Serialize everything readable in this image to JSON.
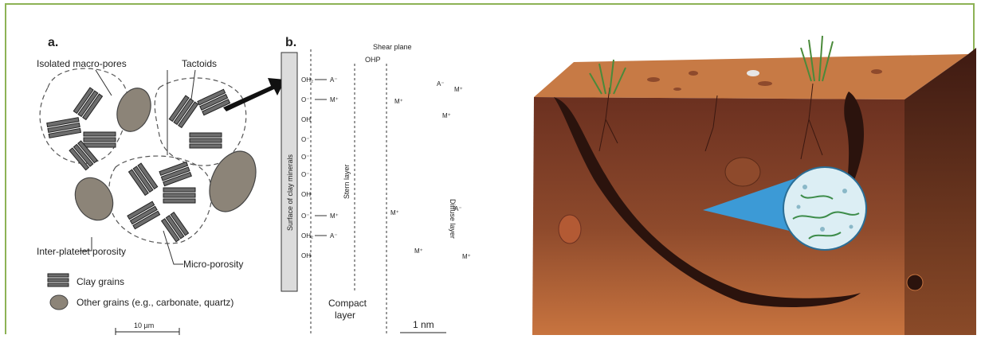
{
  "panel_a": {
    "letter": "a.",
    "isolated_macro_pores": "Isolated macro-pores",
    "tactoids": "Tactoids",
    "inter_platelet": "Inter-platelet porosity",
    "micro_porosity": "Micro-porosity",
    "legend_clay": "Clay grains",
    "legend_other": "Other grains (e.g., carbonate, quartz)",
    "scale": "10 µm"
  },
  "panel_b": {
    "letter": "b.",
    "surface_label": "Surface of clay minerals",
    "shear_plane": "Shear plane",
    "ohp": "OHP",
    "stern_layer": "Stern layer",
    "diffuse_layer": "Diffuse layer",
    "compact_layer_line1": "Compact",
    "compact_layer_line2": "layer",
    "scale": "1 nm",
    "surface_groups": [
      "OH₂",
      "O⁻",
      "OH",
      "O⁻",
      "O⁻",
      "O⁻",
      "OH",
      "O⁻",
      "OH₂",
      "OH"
    ],
    "ions": [
      "A⁻",
      "M⁺",
      "M⁺",
      "A⁻",
      "M⁺",
      "M⁺",
      "M⁺",
      "M⁺",
      "A⁻",
      "A⁻",
      "M⁺",
      "M⁺"
    ]
  },
  "colors": {
    "frame": "#8db255",
    "grain": "#8c8478",
    "topsoil": "#c77a45",
    "soil_dark": "#6b3020",
    "soil_mid": "#8e4a2c",
    "water_wedge": "#3c9ad6"
  }
}
